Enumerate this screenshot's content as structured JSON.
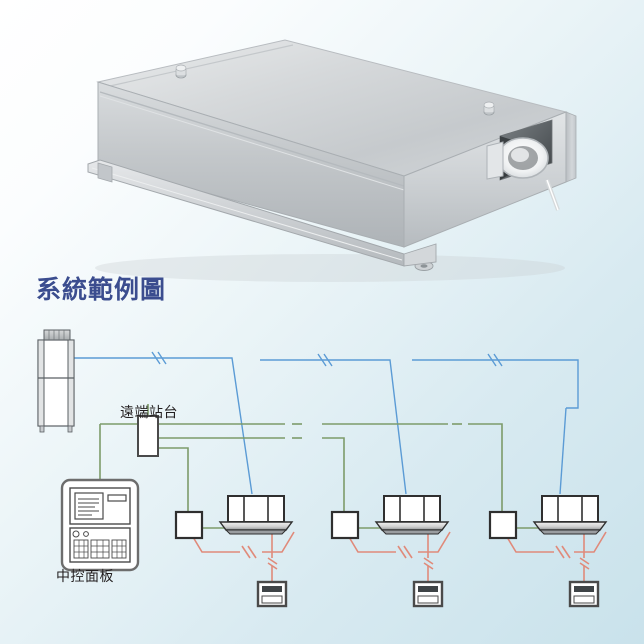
{
  "page": {
    "background_top": "#ffffff",
    "background_bottom": "#c9e2eb"
  },
  "product_photo": {
    "name": "ducted-air-conditioner-unit",
    "description": "Galvanized sheet-metal ducted fan coil unit, isometric view",
    "body_color": "#c9cbcd",
    "top_color": "#d8dadc",
    "highlight_color": "#eef0f1",
    "shadow_color": "#9aa0a4",
    "fan_color": "#f4f6f7",
    "screw_count": 2
  },
  "title": {
    "text": "系統範例圖",
    "color": "#3b4d8f"
  },
  "diagram": {
    "labels": {
      "remote_station": "遠端站台",
      "control_panel": "中控面板"
    },
    "legend_colors": {
      "refrigerant_pipe": "#5b9bd5",
      "communication_wire": "#7d9b6a",
      "power_wire": "#e08a7a",
      "unit_outline": "#3a3a3a",
      "unit_fill": "#ffffff"
    },
    "nodes": {
      "outdoor_unit": "outdoor-condensing-unit",
      "remote_station_box": "remote-station-box",
      "control_panel": "central-control-panel",
      "indoor_units_count": 3,
      "junction_boxes_count": 3,
      "thermostats_count": 3
    },
    "break_marks": {
      "refrigerant_double_slash": 3,
      "power_double_slash": 3,
      "communication_dash_break": 1
    }
  }
}
